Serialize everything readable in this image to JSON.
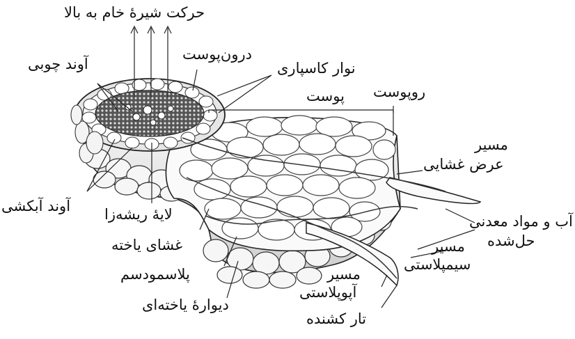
{
  "labels": {
    "upward_flow": "حرکت شیرهٔ خام به بالا",
    "xylem": "آوند چوبی",
    "endodermis": "درون‌پوست",
    "casparian_strip": "نوار کاسپاری",
    "cortex": "پوست",
    "epidermis": "روپوست",
    "transmembrane_path_1": "مسیر",
    "transmembrane_path_2": "عرض غشایی",
    "phloem": "آوند آبکشی",
    "pericycle": "لایهٔ ریشه‌زا",
    "cell_membrane": "غشای یاخته",
    "plasmodesma": "پلاسمودسم",
    "cell_wall": "دیوارهٔ یاخته‌ای",
    "water_minerals_1": "آب و مواد معدنی",
    "water_minerals_2": "حل‌شده",
    "symplast_path_1": "مسیر",
    "symplast_path_2": "سیمپلاستی",
    "apoplast_path_1": "مسیر",
    "apoplast_path_2": "آپوپلاستی",
    "root_hair": "تار کشنده"
  }
}
